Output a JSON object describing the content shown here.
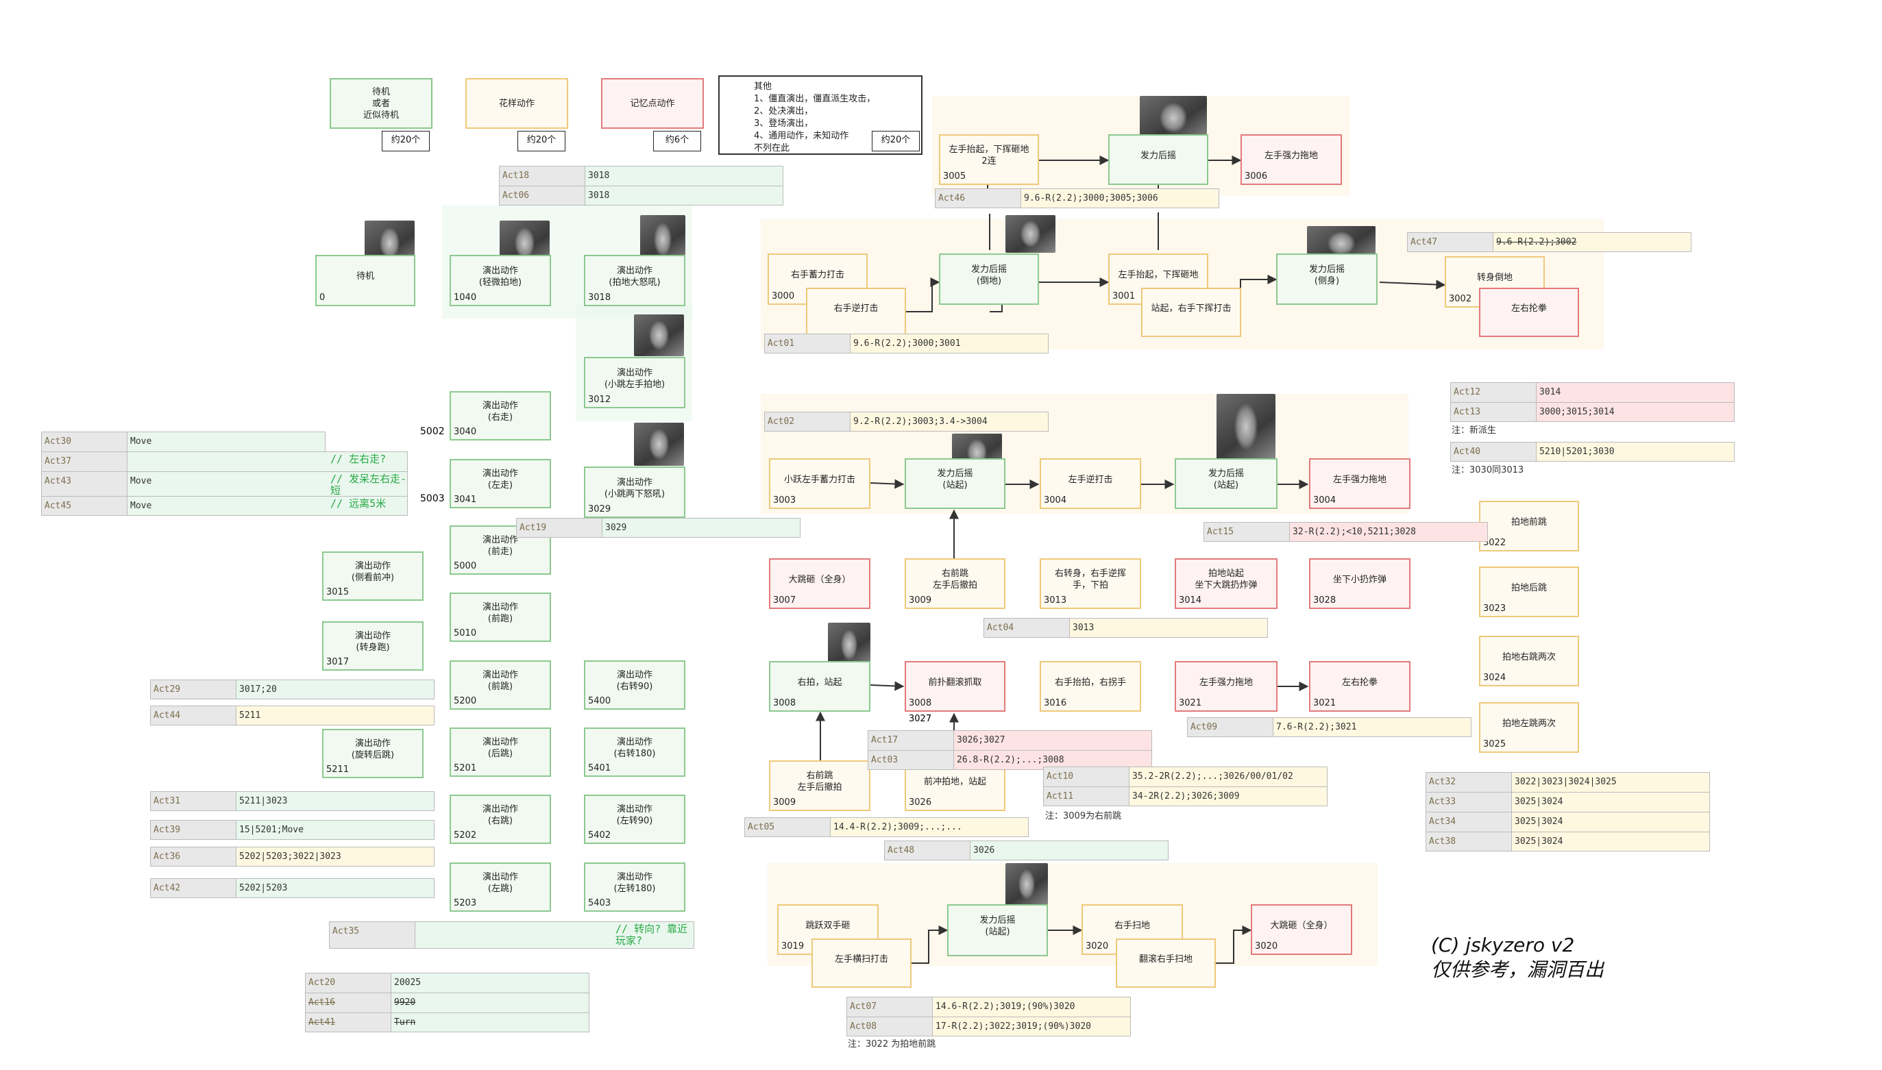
{
  "legend": {
    "idle": "待机\n或者\n近似待机",
    "fancy": "花样动作",
    "memory": "记忆点动作",
    "other": "其他\n1、僵直演出，僵直派生攻击，\n2、处决演出，\n3、登场演出，\n4、通用动作，未知动作\n不列在此",
    "count_idle": "约20个",
    "count_fancy": "约20个",
    "count_memory": "约6个",
    "count_other": "约20个"
  },
  "nodes": {
    "n0": {
      "label": "待机",
      "id": "0"
    },
    "n1040": {
      "label": "演出动作\n(轻微拍地)",
      "id": "1040"
    },
    "n3018": {
      "label": "演出动作\n(拍地大怒吼)",
      "id": "3018"
    },
    "n3012": {
      "label": "演出动作\n(小跳左手拍地)",
      "id": "3012"
    },
    "n3029": {
      "label": "演出动作\n(小跳两下怒吼)",
      "id": "3029"
    },
    "n3040": {
      "label": "演出动作\n(右走)",
      "id": "3040"
    },
    "n3041": {
      "label": "演出动作\n(左走)",
      "id": "3041"
    },
    "n5000": {
      "label": "演出动作\n(前走)",
      "id": "5000"
    },
    "n5010": {
      "label": "演出动作\n(前跑)",
      "id": "5010"
    },
    "n5200": {
      "label": "演出动作\n(前跳)",
      "id": "5200"
    },
    "n5201": {
      "label": "演出动作\n(后跳)",
      "id": "5201"
    },
    "n5202": {
      "label": "演出动作\n(右跳)",
      "id": "5202"
    },
    "n5203": {
      "label": "演出动作\n(左跳)",
      "id": "5203"
    },
    "n5400": {
      "label": "演出动作\n(右转90)",
      "id": "5400"
    },
    "n5401": {
      "label": "演出动作\n(右转180)",
      "id": "5401"
    },
    "n5402": {
      "label": "演出动作\n(左转90)",
      "id": "5402"
    },
    "n5403": {
      "label": "演出动作\n(左转180)",
      "id": "5403"
    },
    "n3015": {
      "label": "演出动作\n(侧看前冲)",
      "id": "3015"
    },
    "n3017": {
      "label": "演出动作\n(转身跑)",
      "id": "3017"
    },
    "n5211": {
      "label": "演出动作\n(旋转后跳)",
      "id": "5211"
    },
    "n3005": {
      "label": "左手抬起，下挥砸地\n2连",
      "id": "3005"
    },
    "n_lift_top": {
      "label": "发力后摇",
      "id": ""
    },
    "n3006": {
      "label": "左手强力拖地",
      "id": "3006"
    },
    "n3000": {
      "label": "右手蓄力打击",
      "id": "3000"
    },
    "n_rhit": {
      "label": "右手逆打击",
      "id": ""
    },
    "n_fall": {
      "label": "发力后摇\n(倒地)",
      "id": ""
    },
    "n3001": {
      "label": "左手抬起，下挥砸地",
      "id": "3001"
    },
    "n_standswing": {
      "label": "站起，右手下挥打击",
      "id": ""
    },
    "n_side": {
      "label": "发力后摇\n(侧身)",
      "id": ""
    },
    "n3002": {
      "label": "转身倒地",
      "id": "3002"
    },
    "n_lrpunch": {
      "label": "左右抡拳",
      "id": ""
    },
    "n3003": {
      "label": "小跃左手蓄力打击",
      "id": "3003"
    },
    "n_stand1": {
      "label": "发力后摇\n(站起)",
      "id": ""
    },
    "n3004a": {
      "label": "左手逆打击",
      "id": "3004"
    },
    "n_stand2": {
      "label": "发力后摇\n(站起)",
      "id": ""
    },
    "n3004b": {
      "label": "左手强力拖地",
      "id": "3004"
    },
    "n3007": {
      "label": "大跳砸（全身）",
      "id": "3007"
    },
    "n3009a": {
      "label": "右前跳\n左手后撤拍",
      "id": "3009"
    },
    "n3013": {
      "label": "右转身，右手逆挥\n手，下拍",
      "id": "3013"
    },
    "n3014": {
      "label": "拍地站起\n坐下大跳扔炸弹",
      "id": "3014"
    },
    "n3028": {
      "label": "坐下小扔炸弹",
      "id": "3028"
    },
    "n3022": {
      "label": "拍地前跳",
      "id": "3022"
    },
    "n3023": {
      "label": "拍地后跳",
      "id": "3023"
    },
    "n3024": {
      "label": "拍地右跳两次",
      "id": "3024"
    },
    "n3025": {
      "label": "拍地左跳两次",
      "id": "3025"
    },
    "n3008a": {
      "label": "右拍，站起",
      "id": "3008"
    },
    "n3008b": {
      "label": "前扑翻滚抓取",
      "id": "3008"
    },
    "n3027": {
      "label": "",
      "id": "3027"
    },
    "n3016": {
      "label": "右手抬拍，右拐手",
      "id": "3016"
    },
    "n3021a": {
      "label": "左手强力拖地",
      "id": "3021"
    },
    "n3021b": {
      "label": "左右抡拳",
      "id": "3021"
    },
    "n3009b": {
      "label": "右前跳\n左手后撤拍",
      "id": "3009"
    },
    "n3026": {
      "label": "前冲拍地，站起",
      "id": "3026"
    },
    "n3019": {
      "label": "跳跃双手砸",
      "id": "3019"
    },
    "n_lsweep": {
      "label": "左手横扫打击",
      "id": ""
    },
    "n_stand3": {
      "label": "发力后摇\n(站起)",
      "id": ""
    },
    "n3020a": {
      "label": "右手扫地",
      "id": "3020"
    },
    "n_rollsweep": {
      "label": "翻滚右手扫地",
      "id": ""
    },
    "n3020b": {
      "label": "大跳砸（全身）",
      "id": "3020"
    }
  },
  "side_labels": {
    "s5002": "5002",
    "s5003": "5003"
  },
  "tables": {
    "t_act18": [
      [
        "Act18",
        "3018"
      ],
      [
        "Act06",
        "3018"
      ]
    ],
    "t_act46": [
      [
        "Act46",
        "9.6-R(2.2);3000;3005;3006"
      ]
    ],
    "t_act47": [
      [
        "Act47",
        "9.6-R(2.2);3002"
      ]
    ],
    "t_act01": [
      [
        "Act01",
        "9.6-R(2.2);3000;3001"
      ]
    ],
    "t_act12": [
      [
        "Act12",
        "3014"
      ],
      [
        "Act13",
        "3000;3015;3014"
      ]
    ],
    "t_act40": [
      [
        "Act40",
        "5210|5201;3030"
      ]
    ],
    "t_act02": [
      [
        "Act02",
        "9.2-R(2.2);3003;3.4->3004"
      ]
    ],
    "t_act15": [
      [
        "Act15",
        "32-R(2.2);<10,5211;3028"
      ]
    ],
    "t_act30": [
      [
        "Act30",
        "Move",
        ""
      ],
      [
        "Act37",
        "",
        "// 左右走?"
      ],
      [
        "Act43",
        "Move",
        "// 发呆左右走-短"
      ],
      [
        "Act45",
        "Move",
        "// 远离5米"
      ]
    ],
    "t_act19": [
      [
        "Act19",
        "3029"
      ]
    ],
    "t_act04": [
      [
        "Act04",
        "3013"
      ]
    ],
    "t_act29": [
      [
        "Act29",
        "3017;20"
      ]
    ],
    "t_act44": [
      [
        "Act44",
        "5211"
      ]
    ],
    "t_act31": [
      [
        "Act31",
        "5211|3023"
      ]
    ],
    "t_act39": [
      [
        "Act39",
        "15|5201;Move"
      ]
    ],
    "t_act36": [
      [
        "Act36",
        "5202|5203;3022|3023"
      ]
    ],
    "t_act42": [
      [
        "Act42",
        "5202|5203"
      ]
    ],
    "t_act35": [
      [
        "Act35",
        "",
        "// 转向? 靠近玩家?"
      ]
    ],
    "t_act20": [
      [
        "Act20",
        "20025"
      ],
      [
        "Act16",
        "9920"
      ],
      [
        "Act41",
        "Turn"
      ]
    ],
    "t_act17": [
      [
        "Act17",
        "3026;3027"
      ],
      [
        "Act03",
        "26.8-R(2.2);...;3008"
      ]
    ],
    "t_act09": [
      [
        "Act09",
        "7.6-R(2.2);3021"
      ]
    ],
    "t_act10": [
      [
        "Act10",
        "35.2-2R(2.2);...;3026/00/01/02"
      ],
      [
        "Act11",
        "34-2R(2.2);3026;3009"
      ]
    ],
    "t_act05": [
      [
        "Act05",
        "14.4-R(2.2);3009;...;..."
      ]
    ],
    "t_act48": [
      [
        "Act48",
        "3026"
      ]
    ],
    "t_act32": [
      [
        "Act32",
        "3022|3023|3024|3025"
      ],
      [
        "Act33",
        "3025|3024"
      ],
      [
        "Act34",
        "3025|3024"
      ],
      [
        "Act38",
        "3025|3024"
      ]
    ],
    "t_act07": [
      [
        "Act07",
        "14.6-R(2.2);3019;(90%)3020"
      ],
      [
        "Act08",
        "17-R(2.2);3022;3019;(90%)3020"
      ]
    ]
  },
  "notes": {
    "note_act13": "注：新派生",
    "note_act40": "注：3030同3013",
    "note_act11": "注：3009为右前跳",
    "note_act08": "注：3022 为拍地前跳"
  },
  "credit": {
    "line1": "(C) jskyzero  v2",
    "line2": "仅供参考，漏洞百出"
  },
  "colors": {
    "green": "#8cc98f",
    "yellow": "#eec97a",
    "red": "#e27a7a",
    "comment": "#27a844"
  }
}
